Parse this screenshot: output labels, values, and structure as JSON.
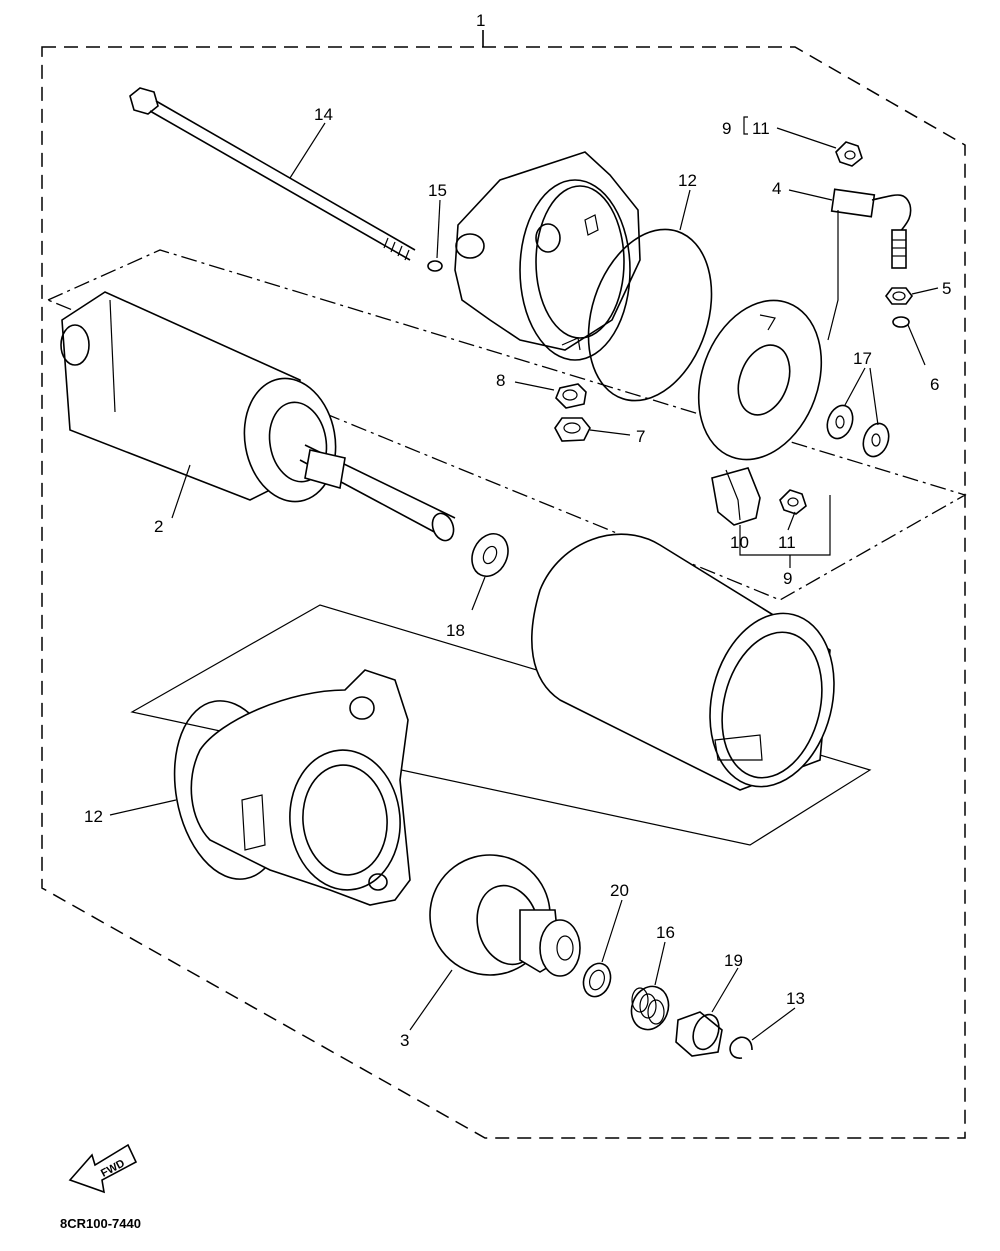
{
  "diagram": {
    "drawing_code": "8CR100-7440",
    "fwd_arrow_text": "FWD",
    "labels": {
      "assembly": "1",
      "armature": "2",
      "bracket_front": "3",
      "lead_wire": "4",
      "washer_5": "5",
      "oring_6": "6",
      "nut_7": "7",
      "washer_8": "8",
      "brush_set_top": "9",
      "brush_set_bottom": "9",
      "brush_10": "10",
      "spring_top": "11",
      "spring_bottom": "11",
      "oring_12_top": "12",
      "oring_12_left": "12",
      "circlip_13": "13",
      "bolt_14": "14",
      "oring_15": "15",
      "spring_16": "16",
      "washer_17": "17",
      "washer_18": "18",
      "stopper_19": "19",
      "washer_20": "20"
    }
  }
}
